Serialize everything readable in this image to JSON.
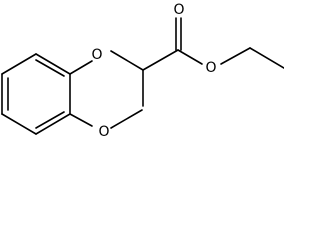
{
  "molecule": {
    "atoms": {
      "ether_oxygen": "O",
      "carbonyl_oxygen": "O",
      "ester_oxygen": "O",
      "methoxy_oxygen": "O"
    }
  },
  "colors": {
    "bond": "#000000",
    "background": "#ffffff"
  }
}
